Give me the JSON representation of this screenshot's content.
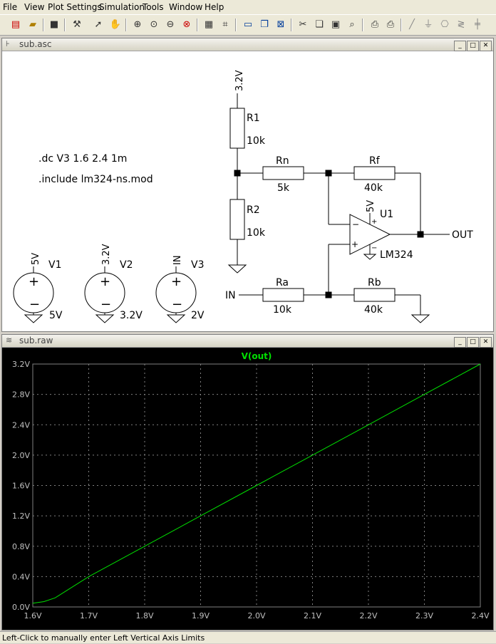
{
  "menu": [
    "File",
    "View",
    "Plot Settings",
    "Simulation",
    "Tools",
    "Window",
    "Help"
  ],
  "toolbar_icons": [
    "new-schematic-icon",
    "open-icon",
    "save-icon",
    "control-panel-icon",
    "run-icon",
    "pan-hand-icon",
    "zoom-in-icon",
    "zoom-area-icon",
    "zoom-out-icon",
    "zoom-cancel-icon",
    "autorange-icon",
    "cursor-icon",
    "tile-horizontal-icon",
    "cascade-icon",
    "close-window-icon",
    "cut-icon",
    "copy-icon",
    "paste-icon",
    "find-icon",
    "print-setup-icon",
    "print-icon",
    "wire-icon",
    "ground-icon",
    "label-icon",
    "resistor-icon",
    "capacitor-icon"
  ],
  "schematic": {
    "title": "sub.asc",
    "directives": [
      ".dc V3 1.6 2.4 1m",
      ".include lm324-ns.mod"
    ],
    "labels": {
      "v32top": "3.2V",
      "r1": "R1",
      "r1val": "10k",
      "r2": "R2",
      "r2val": "10k",
      "rn": "Rn",
      "rnval": "5k",
      "rf": "Rf",
      "rfval": "40k",
      "ra": "Ra",
      "raval": "10k",
      "rb": "Rb",
      "rbval": "40k",
      "u1": "U1",
      "u1model": "LM324",
      "u1supply": "5V",
      "out": "OUT",
      "in": "IN",
      "v1": "V1",
      "v1net": "5V",
      "v1val": "5V",
      "v2": "V2",
      "v2net": "3.2V",
      "v2val": "3.2V",
      "v3": "V3",
      "v3net": "IN",
      "v3val": "2V"
    }
  },
  "plot": {
    "title": "sub.raw",
    "trace_color": "#00e000",
    "chart_data": {
      "type": "line",
      "title": "V(out)",
      "series": [
        {
          "name": "V(out)",
          "x": [
            1.6,
            1.62,
            1.64,
            1.7,
            1.8,
            1.9,
            2.0,
            2.1,
            2.2,
            2.3,
            2.4
          ],
          "y": [
            0.05,
            0.07,
            0.12,
            0.4,
            0.8,
            1.2,
            1.6,
            2.0,
            2.4,
            2.8,
            3.2
          ]
        }
      ],
      "xlim": [
        1.6,
        2.4
      ],
      "ylim": [
        0.0,
        3.2
      ],
      "xticks": [
        "1.6V",
        "1.7V",
        "1.8V",
        "1.9V",
        "2.0V",
        "2.1V",
        "2.2V",
        "2.3V",
        "2.4V"
      ],
      "yticks": [
        "0.0V",
        "0.4V",
        "0.8V",
        "1.2V",
        "1.6V",
        "2.0V",
        "2.4V",
        "2.8V",
        "3.2V"
      ],
      "grid": true
    }
  },
  "status": "Left-Click to manually enter Left Vertical Axis Limits"
}
